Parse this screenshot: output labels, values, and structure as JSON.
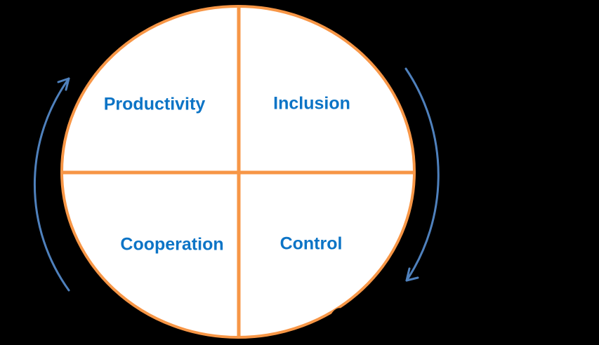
{
  "colors": {
    "bg": "#000000",
    "circle-fill": "#FFFFFF",
    "circle-stroke": "#F79646",
    "divider": "#F79646",
    "arrow": "#4F81BD",
    "label-blue": "#0C74C6",
    "artifact": "#000000"
  },
  "diagram": {
    "type": "quadrant-cycle",
    "quadrants": [
      {
        "position": "top-left",
        "label": "Productivity"
      },
      {
        "position": "top-right",
        "label": "Inclusion"
      },
      {
        "position": "bottom-left",
        "label": "Cooperation"
      },
      {
        "position": "bottom-right",
        "label": "Control"
      }
    ],
    "arrows": [
      {
        "side": "left",
        "direction": "up"
      },
      {
        "side": "right",
        "direction": "down"
      }
    ]
  }
}
